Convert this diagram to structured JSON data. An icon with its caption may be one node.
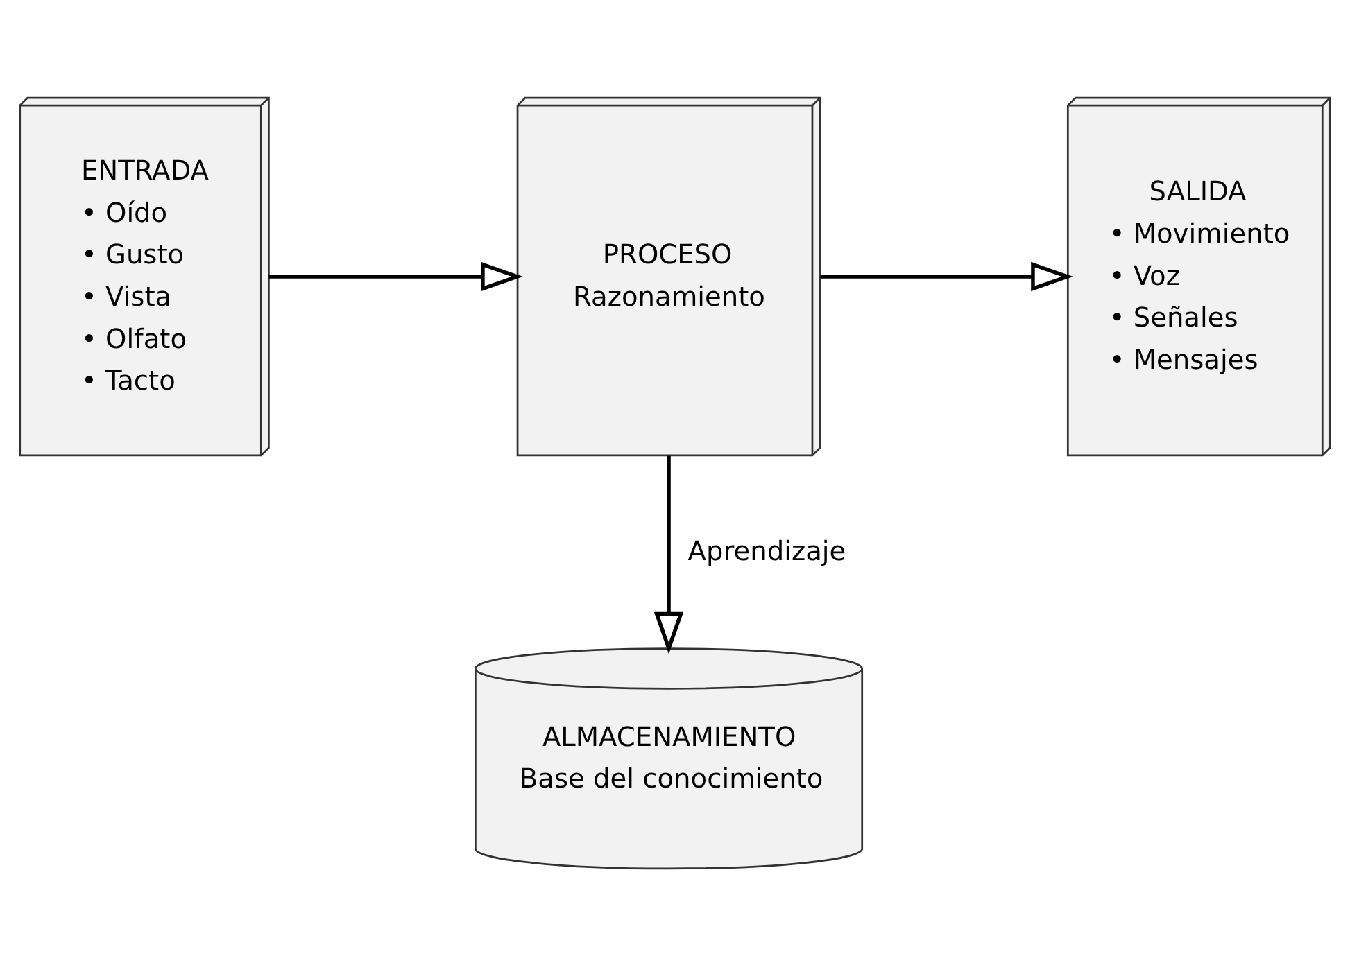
{
  "diagram": {
    "nodes": [
      {
        "text": [
          "ENTRADA",
          "• Oído",
          "• Gusto",
          "• Vista",
          "• Olfato",
          "• Tacto"
        ]
      },
      {
        "text": [
          "PROCESO",
          "Razonamiento"
        ]
      },
      {
        "text": [
          "SALIDA",
          "• Movimiento",
          "• Voz",
          "• Señales",
          "• Mensajes"
        ]
      },
      {
        "text": [
          "ALMACENAMIENTO",
          "Base del conocimiento"
        ]
      }
    ],
    "edges": [
      {
        "from": 0,
        "to": 1,
        "arrow": "to"
      },
      {
        "from": 1,
        "to": 2,
        "arrow": "to"
      },
      {
        "from": 1,
        "to": 3,
        "arrow": "to",
        "label": "Aprendizaje"
      }
    ]
  }
}
